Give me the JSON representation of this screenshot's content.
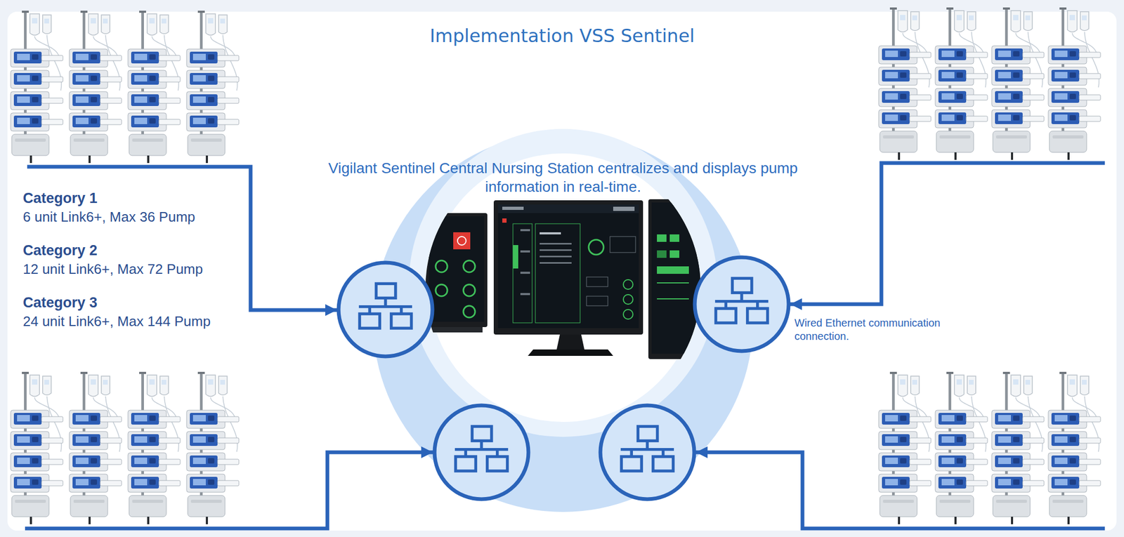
{
  "diagram": {
    "title": "Implementation VSS Sentinel",
    "labels": [
      "Vigilant Sentinel Central Nursing Station centralizes and displays pump information in real-time.",
      "Category 1",
      "6 unit Link6+, Max 36 Pump",
      "Category 2",
      "12 unit Link6+, Max 72 Pump",
      "Category 3",
      "24 unit Link6+, Max 144 Pump",
      "Wired Ethernet communication connection."
    ]
  }
}
